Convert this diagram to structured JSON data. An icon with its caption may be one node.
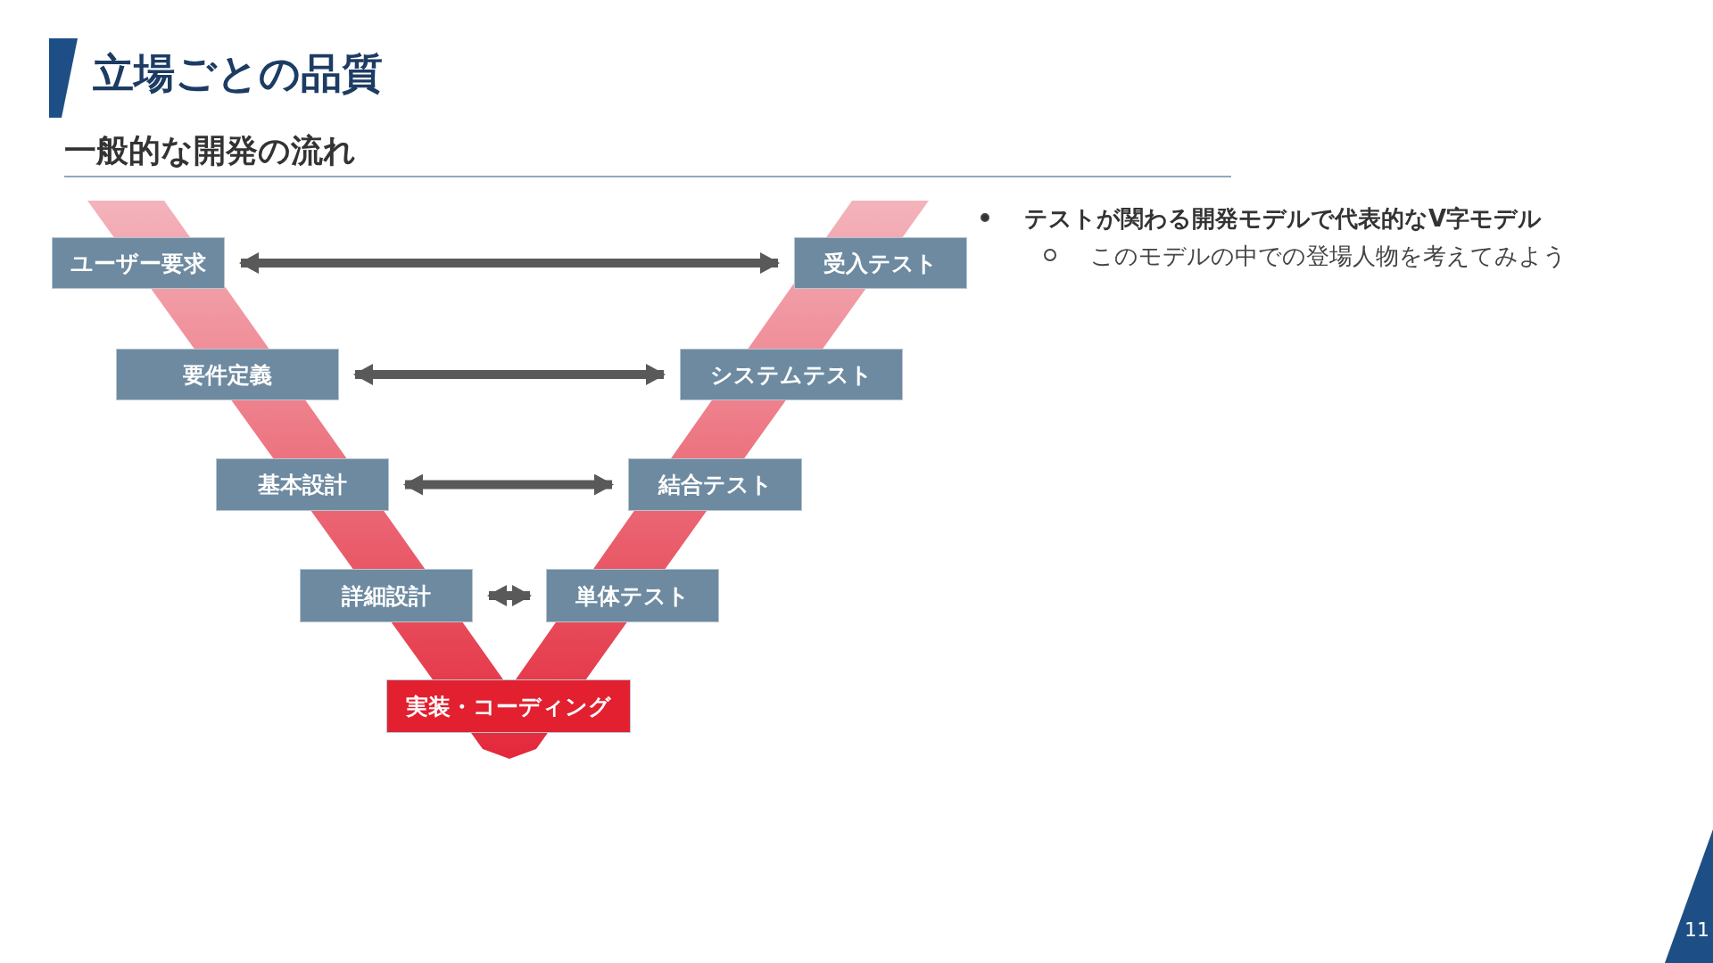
{
  "diagram": {
    "title": "立場ごとの品質",
    "nodes": [
      {
        "text": [
          "ユーザー要求"
        ]
      },
      {
        "text": [
          "受入テスト"
        ]
      },
      {
        "text": [
          "要件定義"
        ]
      },
      {
        "text": [
          "システムテスト"
        ]
      },
      {
        "text": [
          "基本設計"
        ]
      },
      {
        "text": [
          "結合テスト"
        ]
      },
      {
        "text": [
          "詳細設計"
        ]
      },
      {
        "text": [
          "単体テスト"
        ]
      },
      {
        "text": [
          "実装・コーディング"
        ]
      }
    ],
    "edges": [
      {
        "from": 0,
        "to": 1,
        "arrow": "both"
      },
      {
        "from": 2,
        "to": 3,
        "arrow": "both"
      },
      {
        "from": 4,
        "to": 5,
        "arrow": "both"
      },
      {
        "from": 6,
        "to": 7,
        "arrow": "both"
      }
    ],
    "labels": [
      "一般的な開発の流れ",
      "テストが関わる開発モデルで代表的なV字モデル",
      "このモデルの中での登場人物を考えてみよう",
      "11"
    ]
  }
}
